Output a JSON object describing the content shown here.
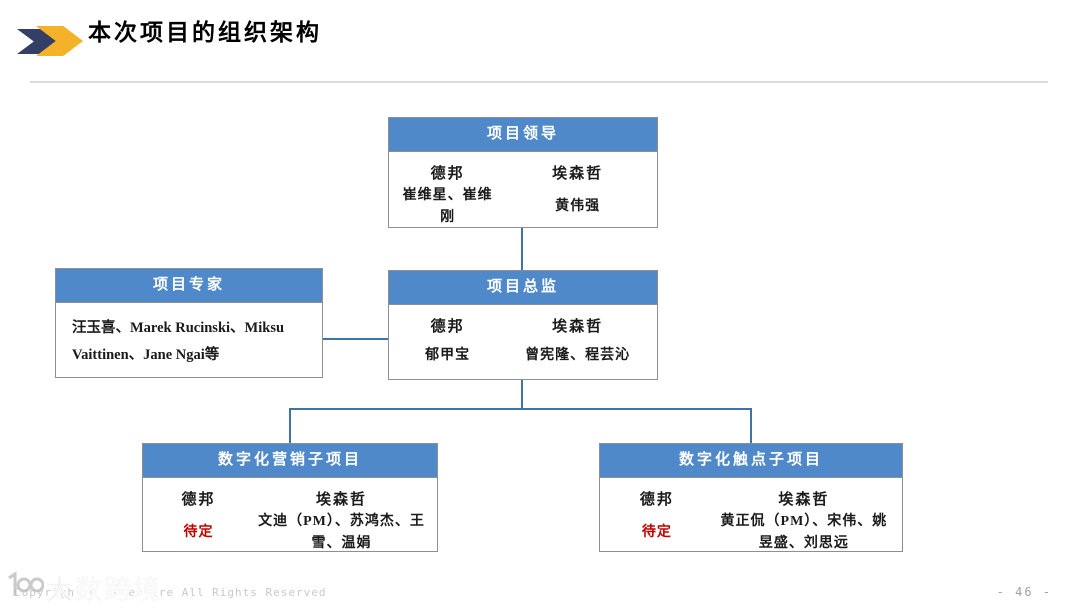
{
  "slide": {
    "title": "本次项目的组织架构",
    "page_number": "- 46 -",
    "footer": {
      "copyright": "Copyright © Accenture All Rights Reserved",
      "watermark": "大数跨境"
    }
  },
  "colors": {
    "box_header_bg": "#5089C9",
    "box_header_text": "#FFFFFF",
    "box_border": "#8F8F8F",
    "connector": "#3E74A8",
    "pending_red": "#C00000",
    "chevron_navy": "#333F67",
    "chevron_gold": "#F3B229"
  },
  "org_chart": {
    "leader": {
      "title": "项目领导",
      "columns": [
        {
          "company": "德邦",
          "members": "崔维星、崔维刚"
        },
        {
          "company": "埃森哲",
          "members": "黄伟强"
        }
      ]
    },
    "experts": {
      "title": "项目专家",
      "members": "汪玉喜、Marek Rucinski、Miksu Vaittinen、Jane Ngai等"
    },
    "director": {
      "title": "项目总监",
      "columns": [
        {
          "company": "德邦",
          "members": "郁甲宝"
        },
        {
          "company": "埃森哲",
          "members": "曾宪隆、程芸沁"
        }
      ]
    },
    "sub_marketing": {
      "title": "数字化营销子项目",
      "columns": [
        {
          "company": "德邦",
          "members": "待定",
          "pending": true
        },
        {
          "company": "埃森哲",
          "members": "文迪（PM）、苏鸿杰、王雪、温娟"
        }
      ]
    },
    "sub_touchpoint": {
      "title": "数字化触点子项目",
      "columns": [
        {
          "company": "德邦",
          "members": "待定",
          "pending": true
        },
        {
          "company": "埃森哲",
          "members": "黄正侃（PM）、宋伟、姚昱盛、刘思远"
        }
      ]
    }
  }
}
